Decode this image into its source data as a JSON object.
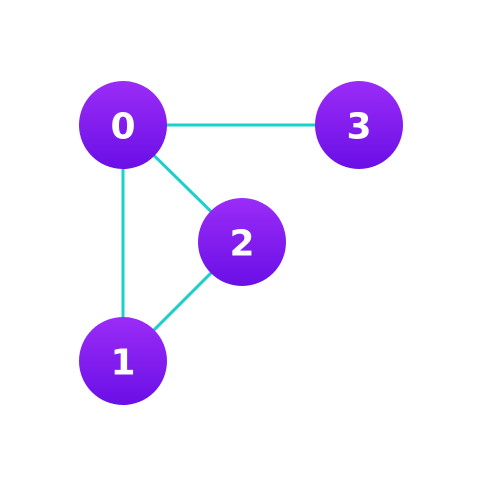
{
  "graph": {
    "colors": {
      "edge": "#19d1c9",
      "node_top": "#9b2cf7",
      "node_bottom": "#6a0fe6",
      "label": "#ffffff"
    },
    "nodes": [
      {
        "id": "0",
        "label": "0"
      },
      {
        "id": "1",
        "label": "1"
      },
      {
        "id": "2",
        "label": "2"
      },
      {
        "id": "3",
        "label": "3"
      }
    ],
    "edges": [
      {
        "from": "0",
        "to": "3"
      },
      {
        "from": "0",
        "to": "2"
      },
      {
        "from": "0",
        "to": "1"
      },
      {
        "from": "1",
        "to": "2"
      }
    ]
  }
}
